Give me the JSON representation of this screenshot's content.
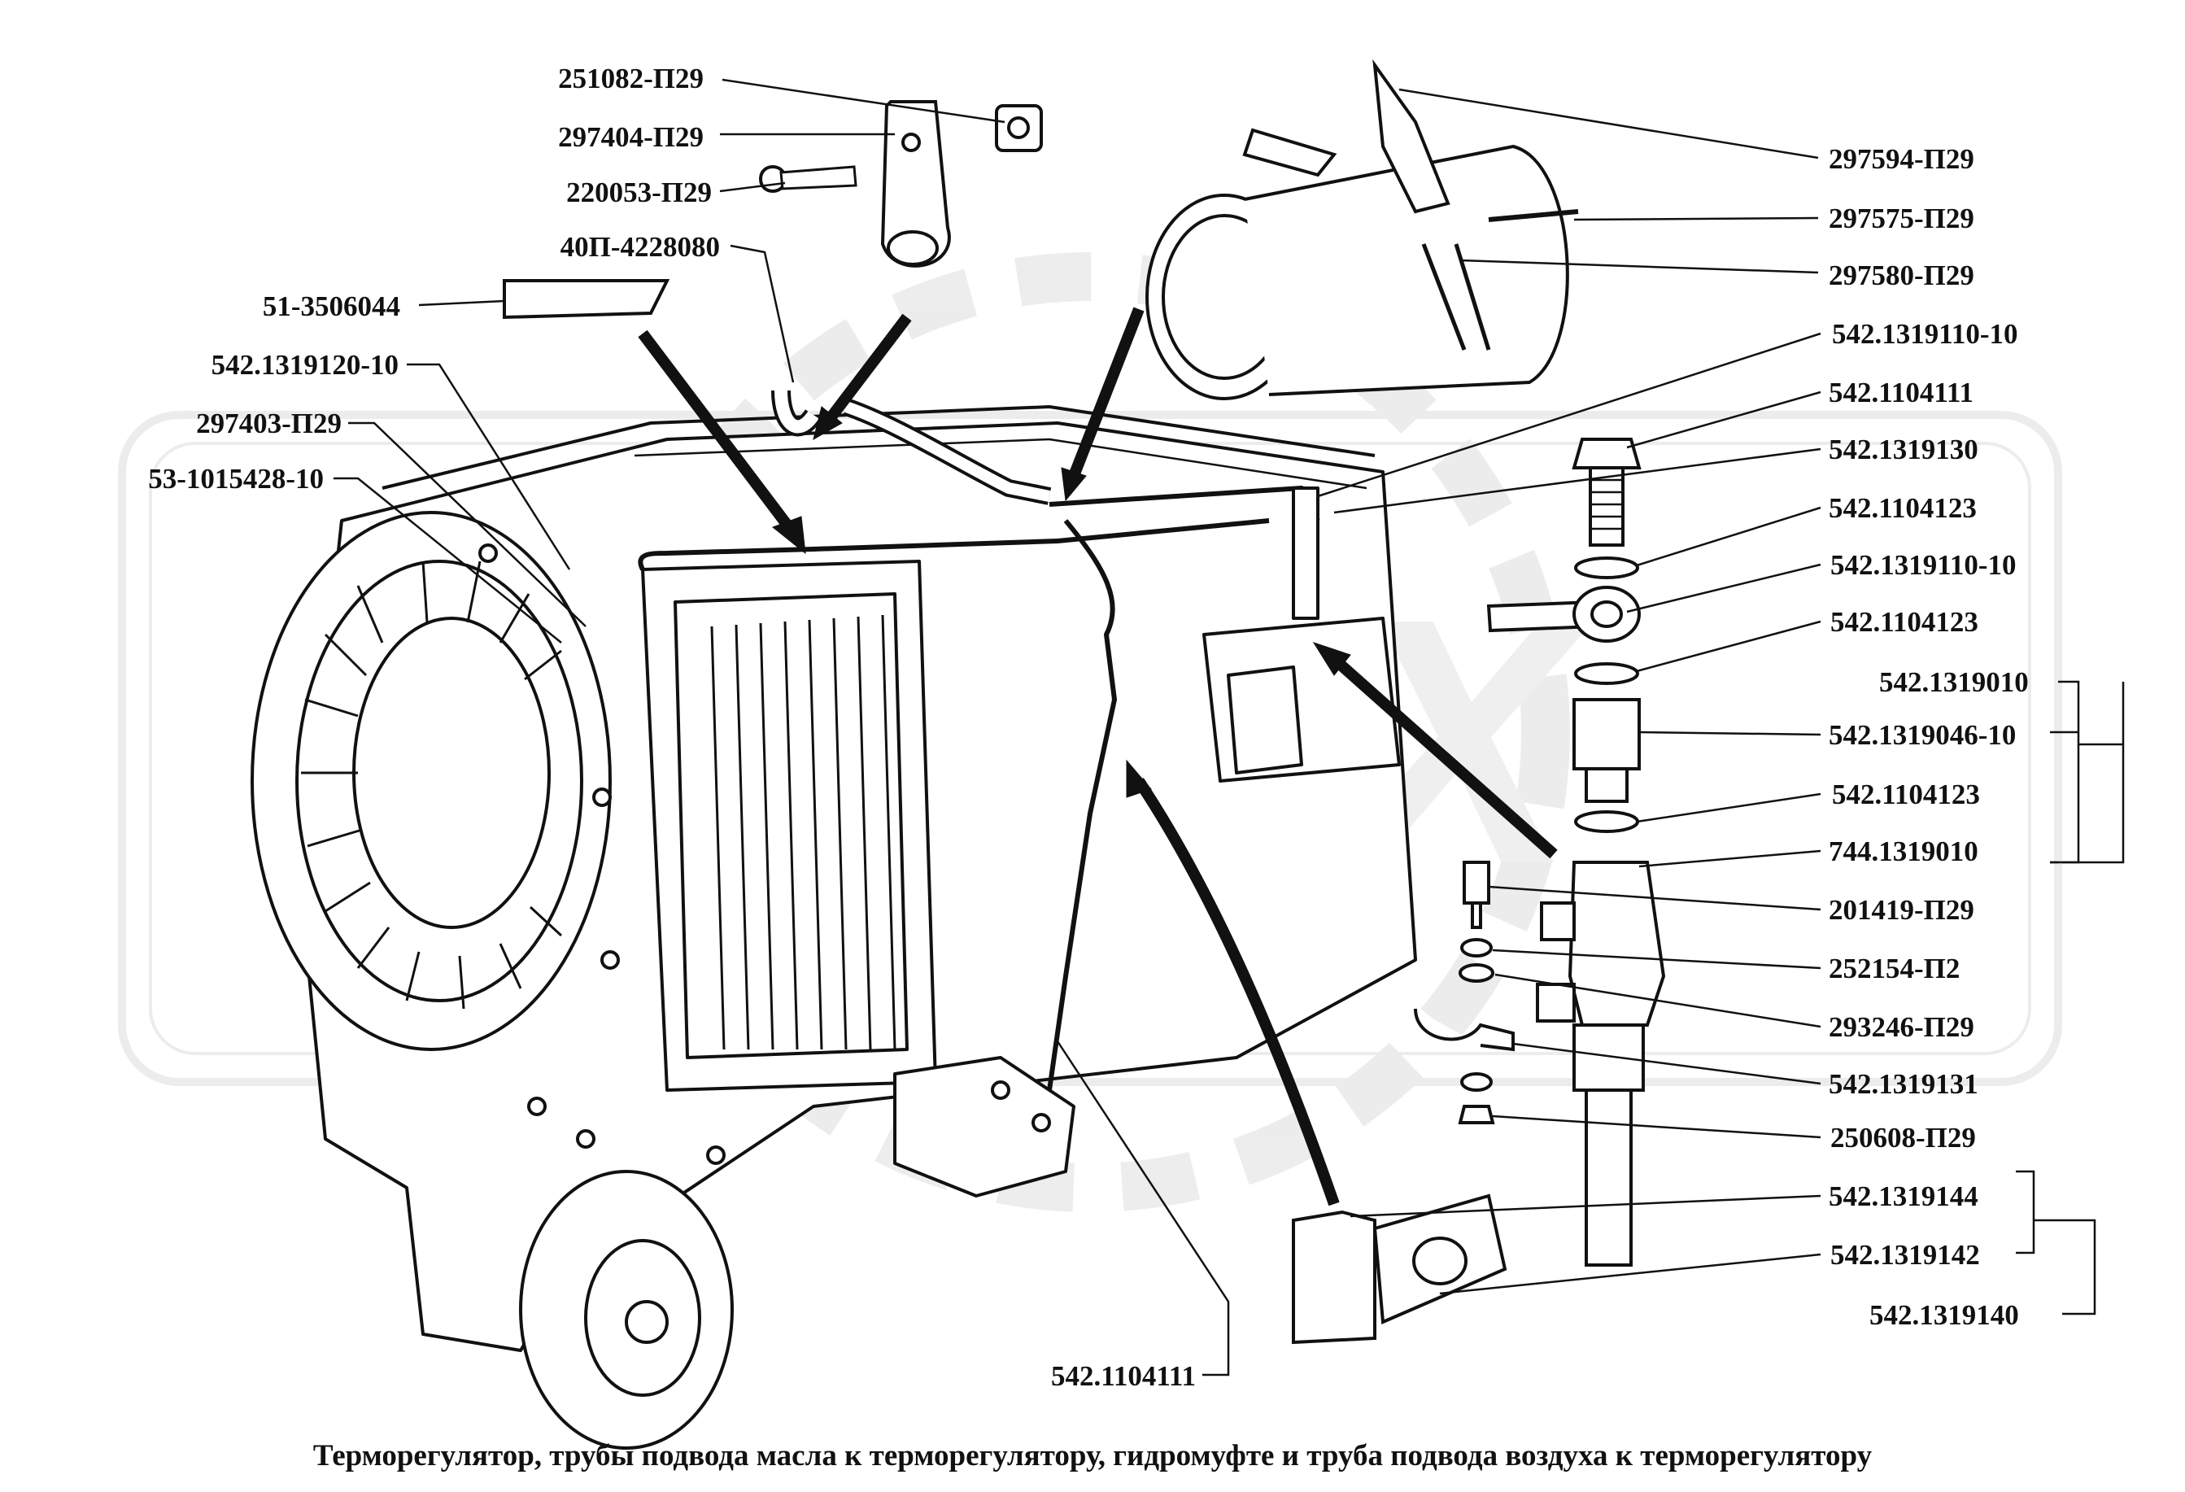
{
  "caption": "Терморегулятор, трубы подвода масла к терморегулятору, гидромуфте и труба подвода воздуха к терморегулятору",
  "labels": {
    "l01": "251082-П29",
    "l02": "297404-П29",
    "l03": "220053-П29",
    "l04": "40П-4228080",
    "l05": "51-3506044",
    "l06": "542.1319120-10",
    "l07": "297403-П29",
    "l08": "53-1015428-10",
    "r01": "297594-П29",
    "r02": "297575-П29",
    "r03": "297580-П29",
    "r04": "542.1319110-10",
    "r05": "542.1104111",
    "r06": "542.1319130",
    "r07": "542.1104123",
    "r08": "542.1319110-10",
    "r09": "542.1104123",
    "r10": "542.1319010",
    "r11": "542.1319046-10",
    "r12": "542.1104123",
    "r13": "744.1319010",
    "r14": "201419-П29",
    "r15": "252154-П2",
    "r16": "293246-П29",
    "r17": "542.1319131",
    "r18": "250608-П29",
    "r19": "542.1319144",
    "r20": "542.1319142",
    "r21": "542.1319140",
    "b01": "542.1104111"
  },
  "watermark": "OPEX"
}
